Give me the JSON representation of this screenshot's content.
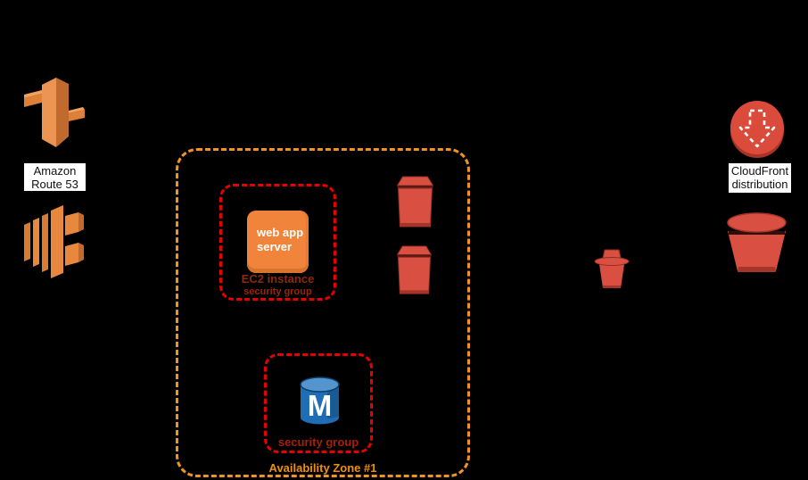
{
  "colors": {
    "background": "#000000",
    "aws_orange": "#E8883F",
    "aws_orange_dark": "#C06B2D",
    "aws_orange_light": "#F2A25F",
    "aws_red": "#D94F41",
    "aws_red_dark": "#A53528",
    "az_dash": "#EF9326",
    "sg_dash": "#E60000",
    "sg_text": "#8C2A0B",
    "sg_text_bright": "#A81E08",
    "az_text": "#EE8F0E",
    "mongo_blue": "#1F6EB5",
    "mongo_blue_light": "#5395CC",
    "webapp_fill": "#F0843B"
  },
  "nodes": {
    "route53": {
      "label_line1": "Amazon",
      "label_line2": "Route 53"
    },
    "cloudfront": {
      "label_line1": "CloudFront",
      "label_line2": "distribution"
    },
    "web_app_server": {
      "label_line1": "web app",
      "label_line2": "server"
    },
    "mongodb": {
      "letter": "M"
    }
  },
  "groups": {
    "availability_zone": {
      "label": "Availability Zone #1"
    },
    "ec2_security_group": {
      "title": "EC2 instance",
      "subtitle": "security group"
    },
    "db_security_group": {
      "label": "security group"
    }
  }
}
